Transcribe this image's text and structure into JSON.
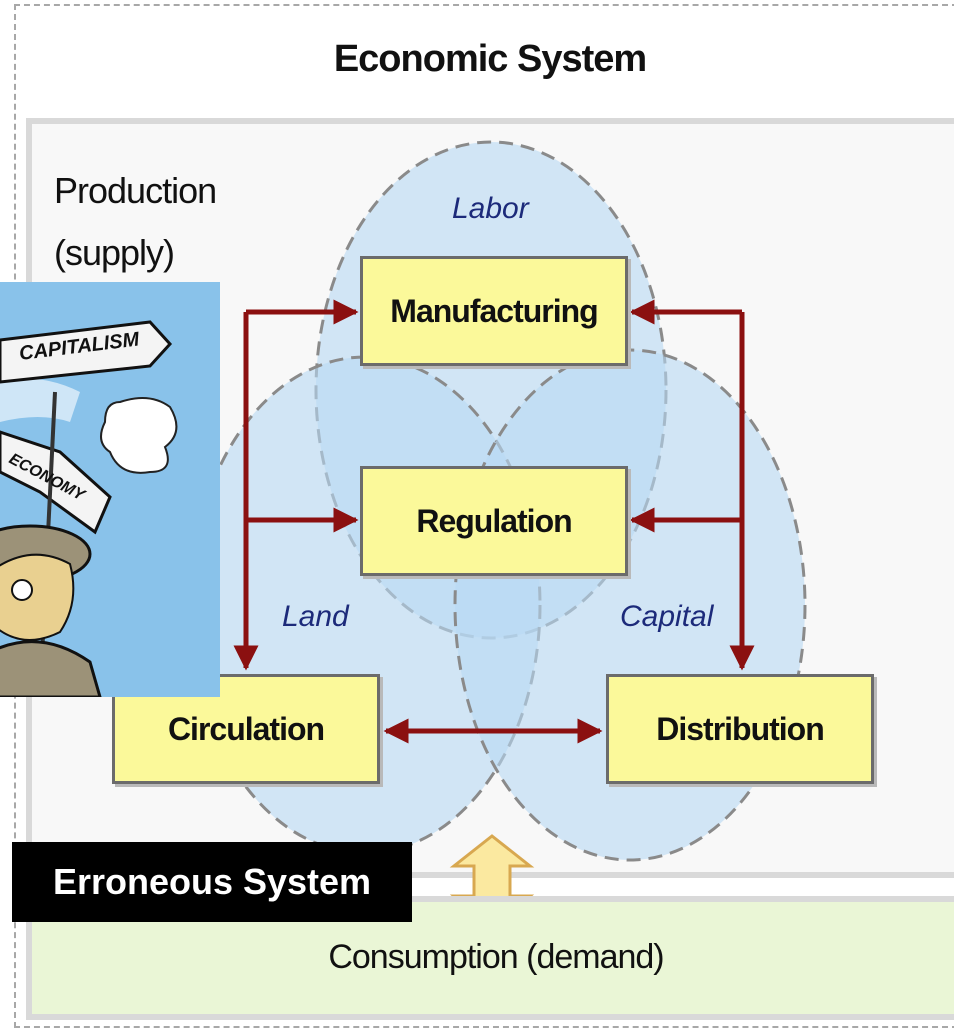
{
  "title": "Economic System",
  "production_label": [
    "Production",
    "(supply)"
  ],
  "factors": {
    "labor": "Labor",
    "land": "Land",
    "capital": "Capital"
  },
  "boxes": {
    "manufacturing": "Manufacturing",
    "regulation": "Regulation",
    "circulation": "Circulation",
    "distribution": "Distribution"
  },
  "consumption_label": "Consumption (demand)",
  "overlay_banner": "Erroneous System",
  "cartoon": {
    "sign_top": "CAPITALISM",
    "sign_bottom": "ECONOMY"
  },
  "colors": {
    "circle_fill": "#b8d8f4",
    "arrow": "#8b1010",
    "box_fill": "#fbf99a",
    "consumption_fill": "#eaf6d6",
    "factor_text": "#1c2a7a"
  }
}
